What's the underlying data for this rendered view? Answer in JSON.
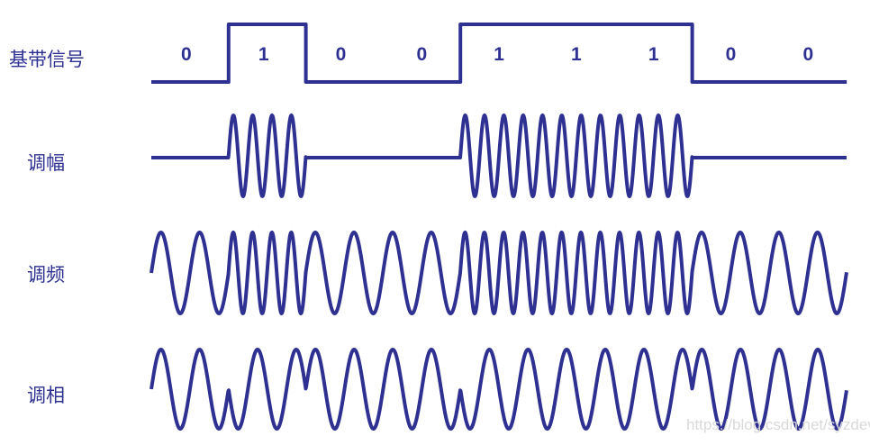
{
  "labels": {
    "baseband": "基带信号",
    "am": "调幅",
    "fm": "调频",
    "pm": "调相"
  },
  "bits": [
    "0",
    "1",
    "0",
    "0",
    "1",
    "1",
    "1",
    "0",
    "0"
  ],
  "modulation": {
    "cycles_per_bit_carrier": 2,
    "fm_cycles_bit0": 2,
    "fm_cycles_bit1": 4,
    "am_cycles_bit1": 4
  },
  "colors": {
    "wave": "#2e3192"
  },
  "watermark": "https://blog.csdn.net/syzdev"
}
